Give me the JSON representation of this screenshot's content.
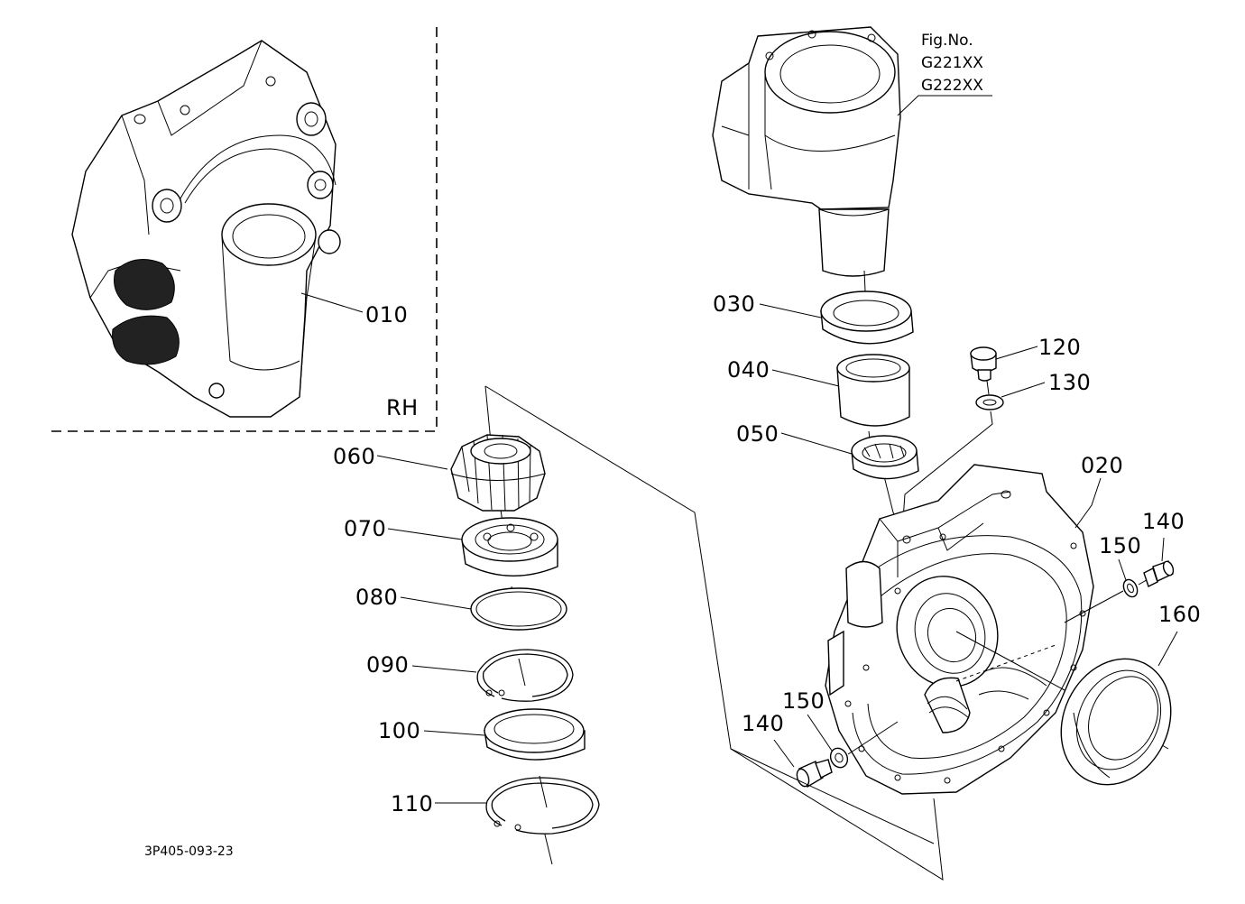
{
  "figure": {
    "title": "Fig.No.",
    "numbers": [
      "G221XX",
      "G222XX"
    ]
  },
  "inset_label": "RH",
  "drawing_code": "3P405-093-23",
  "part_labels": {
    "p010": "010",
    "p020": "020",
    "p030": "030",
    "p040": "040",
    "p050": "050",
    "p060": "060",
    "p070": "070",
    "p080": "080",
    "p090": "090",
    "p100": "100",
    "p110": "110",
    "p120": "120",
    "p130": "130",
    "p140a": "140",
    "p140b": "140",
    "p150a": "150",
    "p150b": "150",
    "p160": "160"
  }
}
